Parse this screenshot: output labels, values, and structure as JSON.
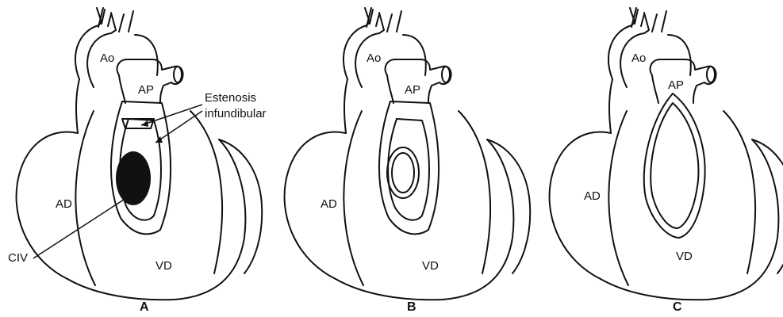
{
  "panels": [
    {
      "letter": "A",
      "labels": {
        "ao": "Ao",
        "ap": "AP",
        "ad": "AD",
        "vd": "VD"
      },
      "annotations": {
        "stenosis_line1": "Estenosis",
        "stenosis_line2": "infundibular",
        "vsd": "CIV"
      }
    },
    {
      "letter": "B",
      "labels": {
        "ao": "Ao",
        "ap": "AP",
        "ad": "AD",
        "vd": "VD"
      }
    },
    {
      "letter": "C",
      "labels": {
        "ao": "Ao",
        "ap": "AP",
        "ad": "AD",
        "vd": "VD"
      }
    }
  ]
}
